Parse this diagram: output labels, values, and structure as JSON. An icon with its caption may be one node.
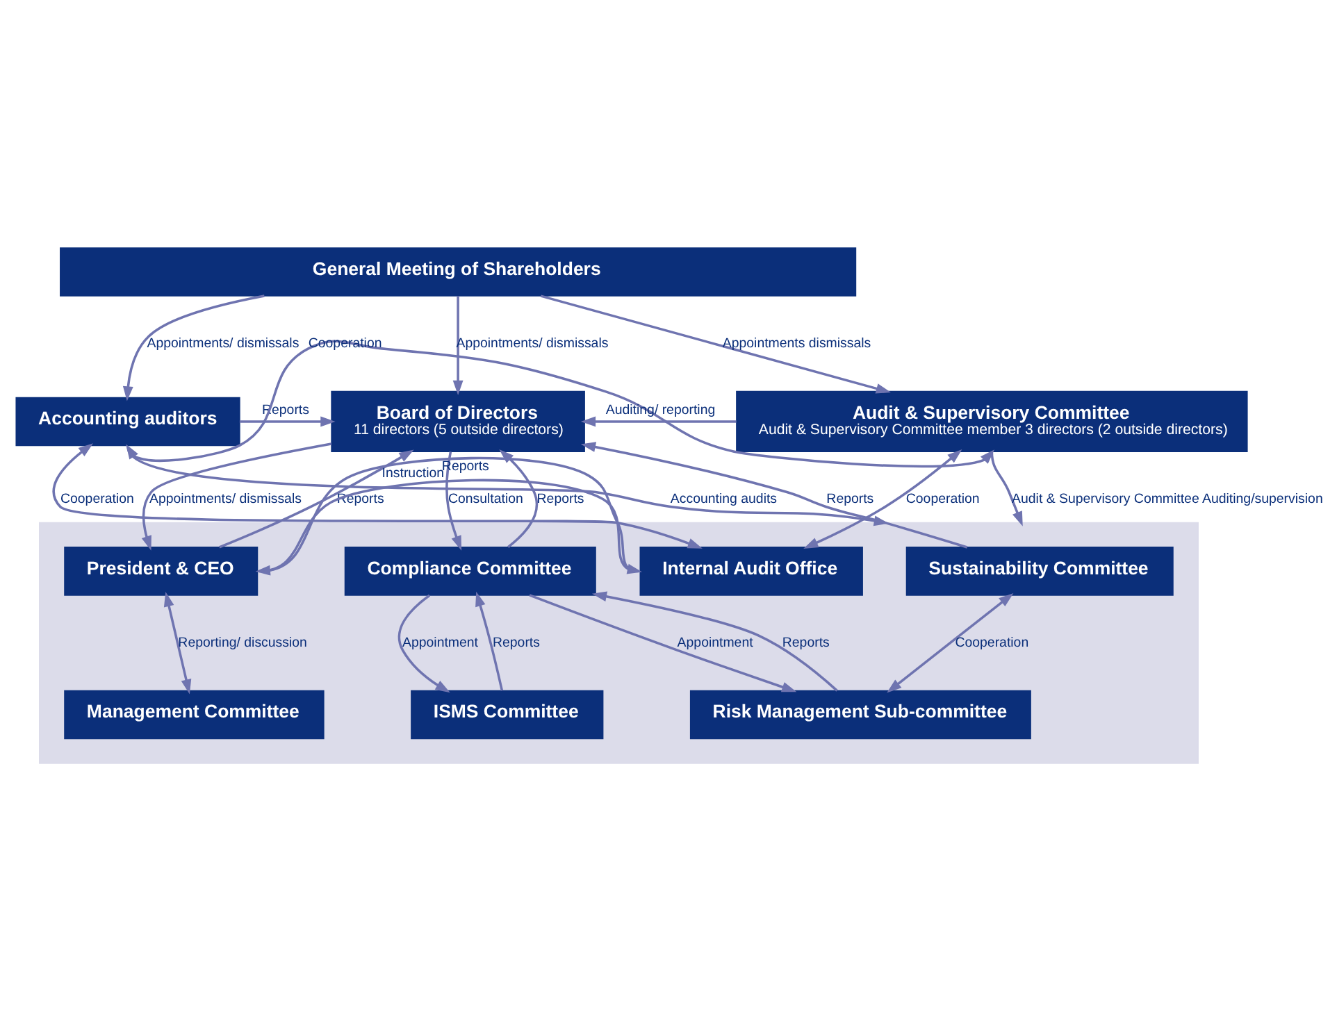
{
  "diagram": {
    "nodes": [
      {
        "text": [
          "General Meeting of Shareholders"
        ]
      },
      {
        "text": [
          "Accounting auditors"
        ]
      },
      {
        "text": [
          "Board of Directors",
          "11 directors (5 outside directors)"
        ]
      },
      {
        "text": [
          "Audit & Supervisory Committee",
          "Audit & Supervisory Committee member 3 directors (2 outside directors)"
        ]
      },
      {
        "text": [],
        "shape": "box"
      },
      {
        "text": [
          "Sustainability Committee"
        ],
        "in": 4
      },
      {
        "text": [
          "Compliance Committee"
        ],
        "in": 4
      },
      {
        "text": [
          "President & CEO"
        ],
        "in": 4
      },
      {
        "text": [
          "Internal Audit Office"
        ],
        "in": 4
      },
      {
        "text": [
          "Risk Management Sub-committee"
        ],
        "in": 4
      },
      {
        "text": [
          "ISMS Committee"
        ],
        "in": 4
      },
      {
        "text": [
          "Management Committee"
        ],
        "in": 4
      }
    ],
    "edges": [
      {
        "from": 0,
        "to": 1,
        "arrow": "to",
        "label": "Appointments/ dismissals"
      },
      {
        "from": 0,
        "to": 2,
        "arrow": "to",
        "label": "Appointments/ dismissals"
      },
      {
        "from": 0,
        "to": 3,
        "arrow": "to",
        "label": "Appointments dismissals"
      },
      {
        "from": 1,
        "to": 2,
        "arrow": "to",
        "label": "Reports"
      },
      {
        "from": 3,
        "to": 2,
        "arrow": "to",
        "label": "Auditing/ reporting"
      },
      {
        "from": 1,
        "to": 3,
        "arrow": "both",
        "label": "Cooperation"
      },
      {
        "from": 1,
        "to": 4,
        "arrow": "to",
        "label": "Accounting audits"
      },
      {
        "from": 3,
        "to": 4,
        "arrow": "to",
        "label": "Audit & Supervisory Committee Auditing/supervision"
      },
      {
        "from": 3,
        "to": 8,
        "arrow": "both",
        "label": "Cooperation"
      },
      {
        "from": 1,
        "to": 8,
        "arrow": "both",
        "label": "Cooperation"
      },
      {
        "from": 5,
        "to": 2,
        "arrow": "to",
        "label": "Reports"
      },
      {
        "from": 6,
        "to": 2,
        "arrow": "to",
        "label": "Reports"
      },
      {
        "from": 2,
        "to": 6,
        "arrow": "to",
        "label": "Consultation"
      },
      {
        "from": 7,
        "to": 2,
        "arrow": "to",
        "label": "Reports"
      },
      {
        "from": 2,
        "to": 7,
        "arrow": "to",
        "label": "Appointments/ dismissals"
      },
      {
        "from": 7,
        "to": 8,
        "arrow": "to",
        "label": "Instruction"
      },
      {
        "from": 8,
        "to": 7,
        "arrow": "to",
        "label": "Reports"
      },
      {
        "from": 5,
        "to": 9,
        "arrow": "both",
        "label": "Cooperation"
      },
      {
        "from": 6,
        "to": 9,
        "arrow": "to",
        "label": "Appointment"
      },
      {
        "from": 9,
        "to": 6,
        "arrow": "to",
        "label": "Reports"
      },
      {
        "from": 10,
        "to": 6,
        "arrow": "to",
        "label": "Reports"
      },
      {
        "from": 6,
        "to": 10,
        "arrow": "to",
        "label": "Appointment"
      },
      {
        "from": 7,
        "to": 11,
        "arrow": "both",
        "label": "Reporting/ discussion"
      }
    ]
  }
}
